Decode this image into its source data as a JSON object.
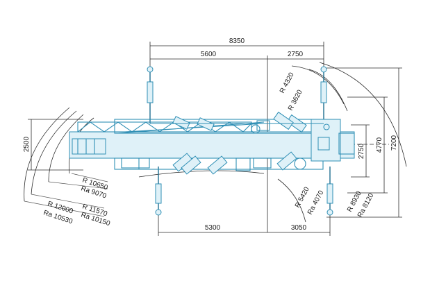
{
  "dimensions": {
    "top_total": "8350",
    "top_left": "5600",
    "top_right": "2750",
    "bottom_left": "5300",
    "bottom_right": "3050",
    "left_height": "2500",
    "right_inner": "2750",
    "right_mid": "4770",
    "right_outer": "7200"
  },
  "radii": {
    "r1": "R 4320",
    "r2": "R 3620",
    "r3": "R 5420",
    "r4": "Ra 4070",
    "r5": "R 8930",
    "r6": "Ra 8120",
    "r7": "R 10650",
    "r8": "Ra 9070",
    "r9": "R 11570",
    "r10": "Ra 10150",
    "r11": "R 12000",
    "r12": "Ra 10530"
  },
  "colors": {
    "crane": "#2f8fb5",
    "dimension": "#2a2a2a"
  }
}
